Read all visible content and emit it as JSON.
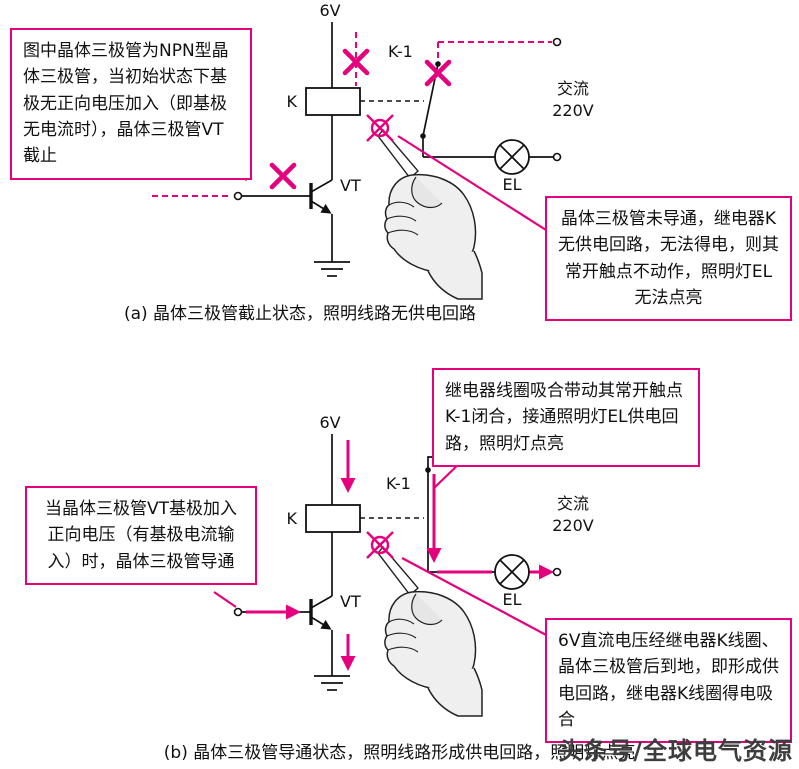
{
  "colors": {
    "accent": "#e5007d",
    "wire": "#111111",
    "hand_fill": "#efefef",
    "watermark_color": "#3d3d3d"
  },
  "panel_a": {
    "callout_npn": "图中晶体三极管为NPN型晶体三极管，当初始状态下基极无正向电压加入（即基极无电流时），晶体三极管VT截止",
    "callout_result": "晶体三极管未导通，继电器K无供电回路，无法得电，则其常开触点不动作，照明灯EL无法点亮",
    "labels": {
      "supply": "6V",
      "relay": "K",
      "contact": "K-1",
      "ac1": "交流",
      "ac2": "220V",
      "lamp": "EL",
      "transistor": "VT"
    },
    "caption": "(a) 晶体三极管截止状态，照明线路无供电回路"
  },
  "panel_b": {
    "callout_contact": "继电器线圈吸合带动其常开触点K-1闭合，接通照明灯EL供电回路，照明灯点亮",
    "callout_base": "当晶体三极管VT基极加入正向电压（有基极电流输入）时，晶体三极管导通",
    "callout_loop": "6V直流电压经继电器K线圈、晶体三极管后到地，即形成供电回路，继电器K线圈得电吸合",
    "labels": {
      "supply": "6V",
      "relay": "K",
      "contact": "K-1",
      "ac1": "交流",
      "ac2": "220V",
      "lamp": "EL",
      "transistor": "VT"
    },
    "caption": "(b) 晶体三极管导通状态，照明线路形成供电回路，照明灯点亮"
  },
  "watermark": "头条号/全球电气资源"
}
